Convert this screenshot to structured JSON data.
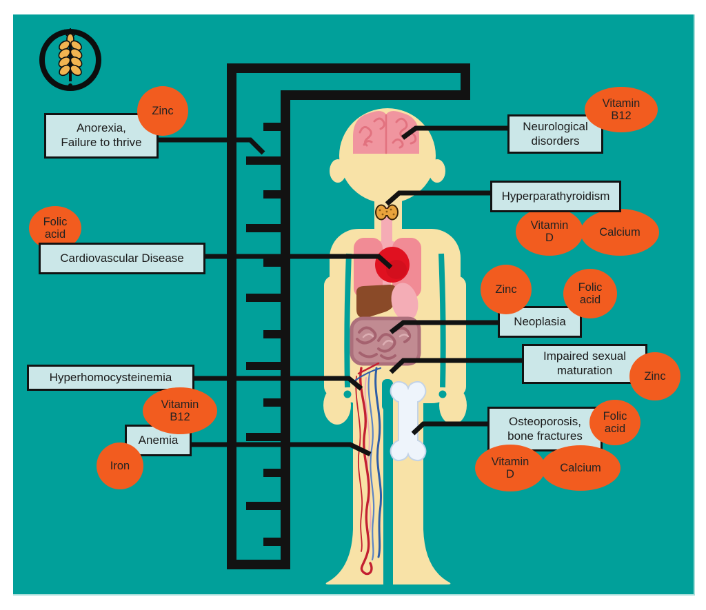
{
  "figure": {
    "description": "Micronutrient deficiencies in celiac disease and associated clinical manifestations on a child body diagram with a height ruler",
    "logo_icon": "wheat-icon"
  },
  "palette": {
    "background": "#01A09A",
    "margin": "#FFFFFF",
    "label_box_fill": "#CBE7E8",
    "nutrient_fill": "#F25C1F",
    "line_black": "#121212",
    "skin": "#F8E2A7",
    "brain": "#F0959F",
    "lungs": "#F18B95",
    "heart": "#E01120",
    "liver": "#8A4A28",
    "stomach": "#F4ADB6",
    "intestines": "#C18B92",
    "bone": "#EEF4FB",
    "thyroid": "#E9A33C",
    "wheat": "#F1B451",
    "artery_red": "#C32031",
    "vein_blue": "#2E5EA7"
  },
  "conditions": [
    {
      "key": "anorexia",
      "lines": [
        "Anorexia,",
        "Failure to thrive"
      ]
    },
    {
      "key": "cardiovascular",
      "lines": [
        "Cardiovascular Disease"
      ]
    },
    {
      "key": "hyperhomocysteinemia",
      "lines": [
        "Hyperhomocysteinemia"
      ]
    },
    {
      "key": "anemia",
      "lines": [
        "Anemia"
      ]
    },
    {
      "key": "neurological",
      "lines": [
        "Neurological",
        "disorders"
      ]
    },
    {
      "key": "hyperparathyroidism",
      "lines": [
        "Hyperparathyroidism"
      ]
    },
    {
      "key": "neoplasia",
      "lines": [
        "Neoplasia"
      ]
    },
    {
      "key": "impaired-sexual-maturation",
      "lines": [
        "Impaired sexual",
        "maturation"
      ]
    },
    {
      "key": "osteoporosis",
      "lines": [
        "Osteoporosis,",
        "bone fractures"
      ]
    }
  ],
  "nutrients": [
    {
      "key": "zinc-anorexia",
      "lines": [
        "Zinc"
      ]
    },
    {
      "key": "folic-acid-cardiovascular",
      "lines": [
        "Folic",
        "acid"
      ]
    },
    {
      "key": "vitamin-b12-anemia",
      "lines": [
        "Vitamin",
        "B12"
      ]
    },
    {
      "key": "iron-anemia",
      "lines": [
        "Iron"
      ]
    },
    {
      "key": "vitamin-b12-neurological",
      "lines": [
        "Vitamin",
        "B12"
      ]
    },
    {
      "key": "vitamin-d-hyperparathyroidism",
      "lines": [
        "Vitamin",
        "D"
      ]
    },
    {
      "key": "calcium-hyperparathyroidism",
      "lines": [
        "Calcium"
      ]
    },
    {
      "key": "zinc-neoplasia",
      "lines": [
        "Zinc"
      ]
    },
    {
      "key": "folic-acid-neoplasia",
      "lines": [
        "Folic",
        "acid"
      ]
    },
    {
      "key": "zinc-impaired",
      "lines": [
        "Zinc"
      ]
    },
    {
      "key": "folic-acid-osteoporosis",
      "lines": [
        "Folic",
        "acid"
      ]
    },
    {
      "key": "vitamin-d-osteoporosis",
      "lines": [
        "Vitamin",
        "D"
      ]
    },
    {
      "key": "calcium-osteoporosis",
      "lines": [
        "Calcium"
      ]
    }
  ]
}
